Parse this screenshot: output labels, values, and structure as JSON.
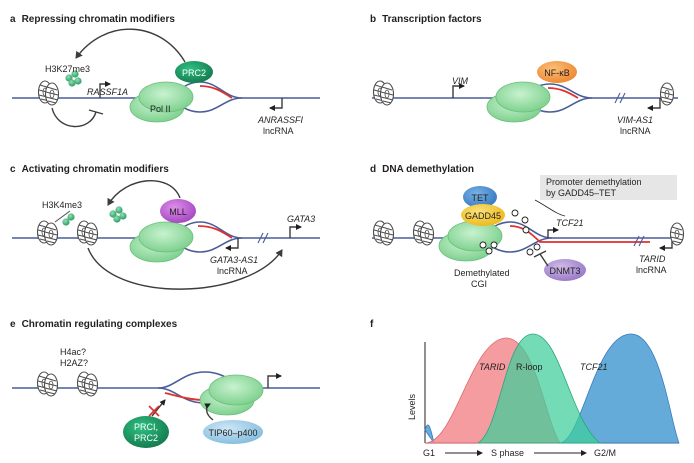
{
  "panels": {
    "a": {
      "letter": "a",
      "title": "Repressing chromatin modifiers",
      "mark": "H3K27me3",
      "gene": "RASSF1A",
      "complex": "PRC2",
      "polymerase": "Pol II",
      "lncrna_name": "ANRASSFI",
      "lncrna_word": "lncRNA"
    },
    "b": {
      "letter": "b",
      "title": "Transcription factors",
      "factor": "NF-κB",
      "gene": "VIM",
      "lncrna_name": "VIM-AS1",
      "lncrna_word": "lncRNA"
    },
    "c": {
      "letter": "c",
      "title": "Activating chromatin modifiers",
      "mark": "H3K4me3",
      "complex": "MLL",
      "gene": "GATA3",
      "lncrna_name": "GATA3-AS1",
      "lncrna_word": "lncRNA"
    },
    "d": {
      "letter": "d",
      "title": "DNA demethylation",
      "enzyme1": "TET",
      "enzyme2": "GADD45",
      "callout": [
        "Promoter demethylation",
        "by GADD45–TET"
      ],
      "gene": "TCF21",
      "cgi": [
        "Demethylated",
        "CGI"
      ],
      "dnmt": "DNMT3",
      "lncrna_name": "TARID",
      "lncrna_word": "lncRNA"
    },
    "e": {
      "letter": "e",
      "title": "Chromatin regulating complexes",
      "marks": [
        "H4ac?",
        "H2AZ?"
      ],
      "prc": [
        "PRCI,",
        "PRC2"
      ],
      "tip": "TIP60–p400"
    },
    "f": {
      "letter": "f",
      "ylabel": "Levels",
      "curves": [
        "TARID",
        "R-loop",
        "TCF21"
      ],
      "phases": [
        "G1",
        "S phase",
        "G2/M"
      ]
    }
  },
  "colors": {
    "dna": "#4a5d99",
    "rna": "#e0312e",
    "pol": "#8fd99b",
    "prc": "#1b9a63",
    "nfkb": "#f4a24e",
    "mll": "#c062d4",
    "tet": "#4d90d2",
    "gadd45": "#f3cd3a",
    "dnmt3": "#b69ad8",
    "tip": "#a9d3ec",
    "callout": "#e6e6e6",
    "tarid_fill": "#f28b8f",
    "rloop_fill": "#3dcf9a",
    "tcf21_fill": "#4e9fd4"
  }
}
